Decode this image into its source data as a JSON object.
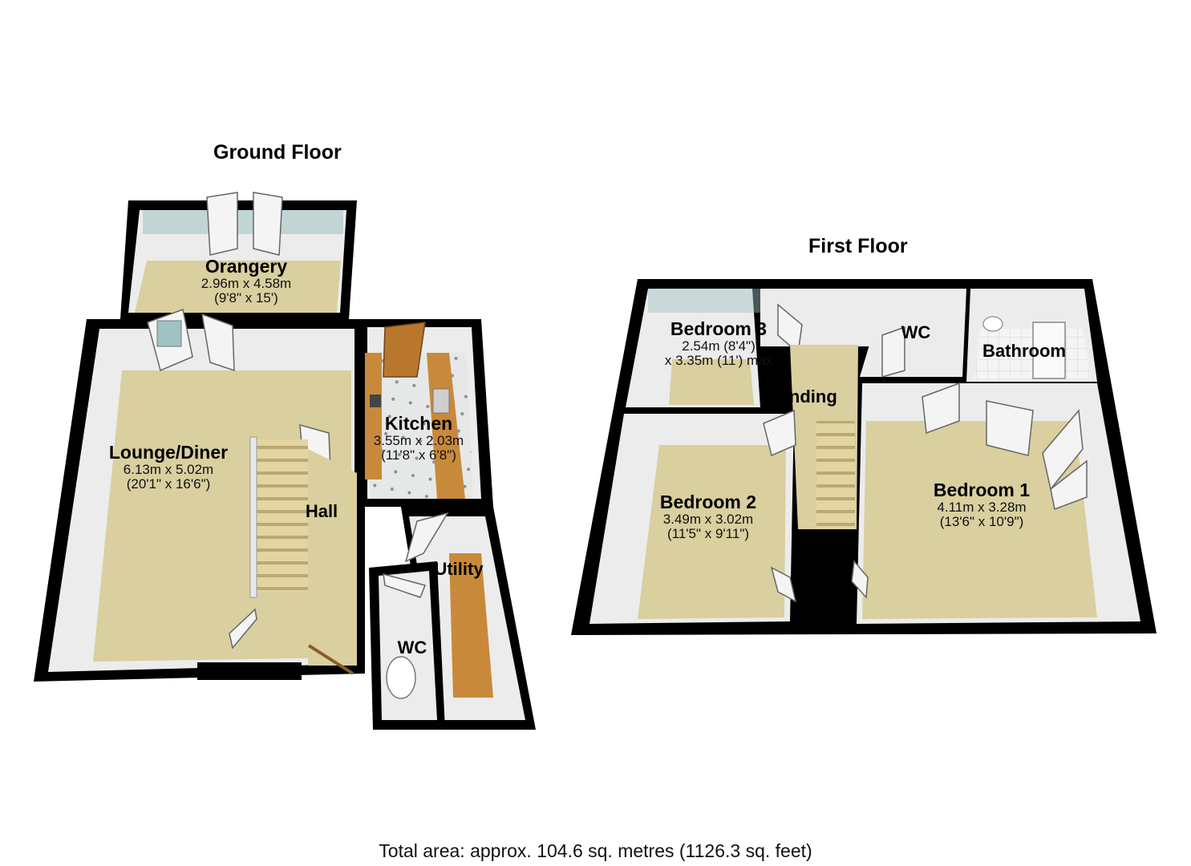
{
  "ground_floor": {
    "title": "Ground Floor",
    "rooms": {
      "orangery": {
        "name": "Orangery",
        "dim_m": "2.96m x 4.58m",
        "dim_ft": "(9'8\" x 15')"
      },
      "lounge": {
        "name": "Lounge/Diner",
        "dim_m": "6.13m x 5.02m",
        "dim_ft": "(20'1\" x 16'6\")"
      },
      "kitchen": {
        "name": "Kitchen",
        "dim_m": "3.55m x 2.03m",
        "dim_ft": "(11'8\" x 6'8\")"
      },
      "hall": {
        "name": "Hall"
      },
      "utility": {
        "name": "Utility"
      },
      "wc": {
        "name": "WC"
      }
    }
  },
  "first_floor": {
    "title": "First Floor",
    "rooms": {
      "bedroom3": {
        "name": "Bedroom 3",
        "dim_1": "2.54m (8'4\")",
        "dim_2": "x 3.35m (11') max"
      },
      "bedroom2": {
        "name": "Bedroom 2",
        "dim_m": "3.49m x 3.02m",
        "dim_ft": "(11'5\" x 9'11\")"
      },
      "bedroom1": {
        "name": "Bedroom 1",
        "dim_m": "4.11m x 3.28m",
        "dim_ft": "(13'6\" x 10'9\")"
      },
      "landing": {
        "name": "Landing"
      },
      "wc": {
        "name": "WC"
      },
      "bathroom": {
        "name": "Bathroom"
      }
    }
  },
  "footer": {
    "total_area": "Total area: approx. 104.6 sq. metres (1126.3 sq. feet)"
  },
  "colors": {
    "wall": "#000000",
    "floor_carpet": "#d9cf9f",
    "wall_face": "#ececec",
    "worktop": "#c9893a",
    "tile": "#e6e8e8",
    "window": "#9fc2c2"
  }
}
